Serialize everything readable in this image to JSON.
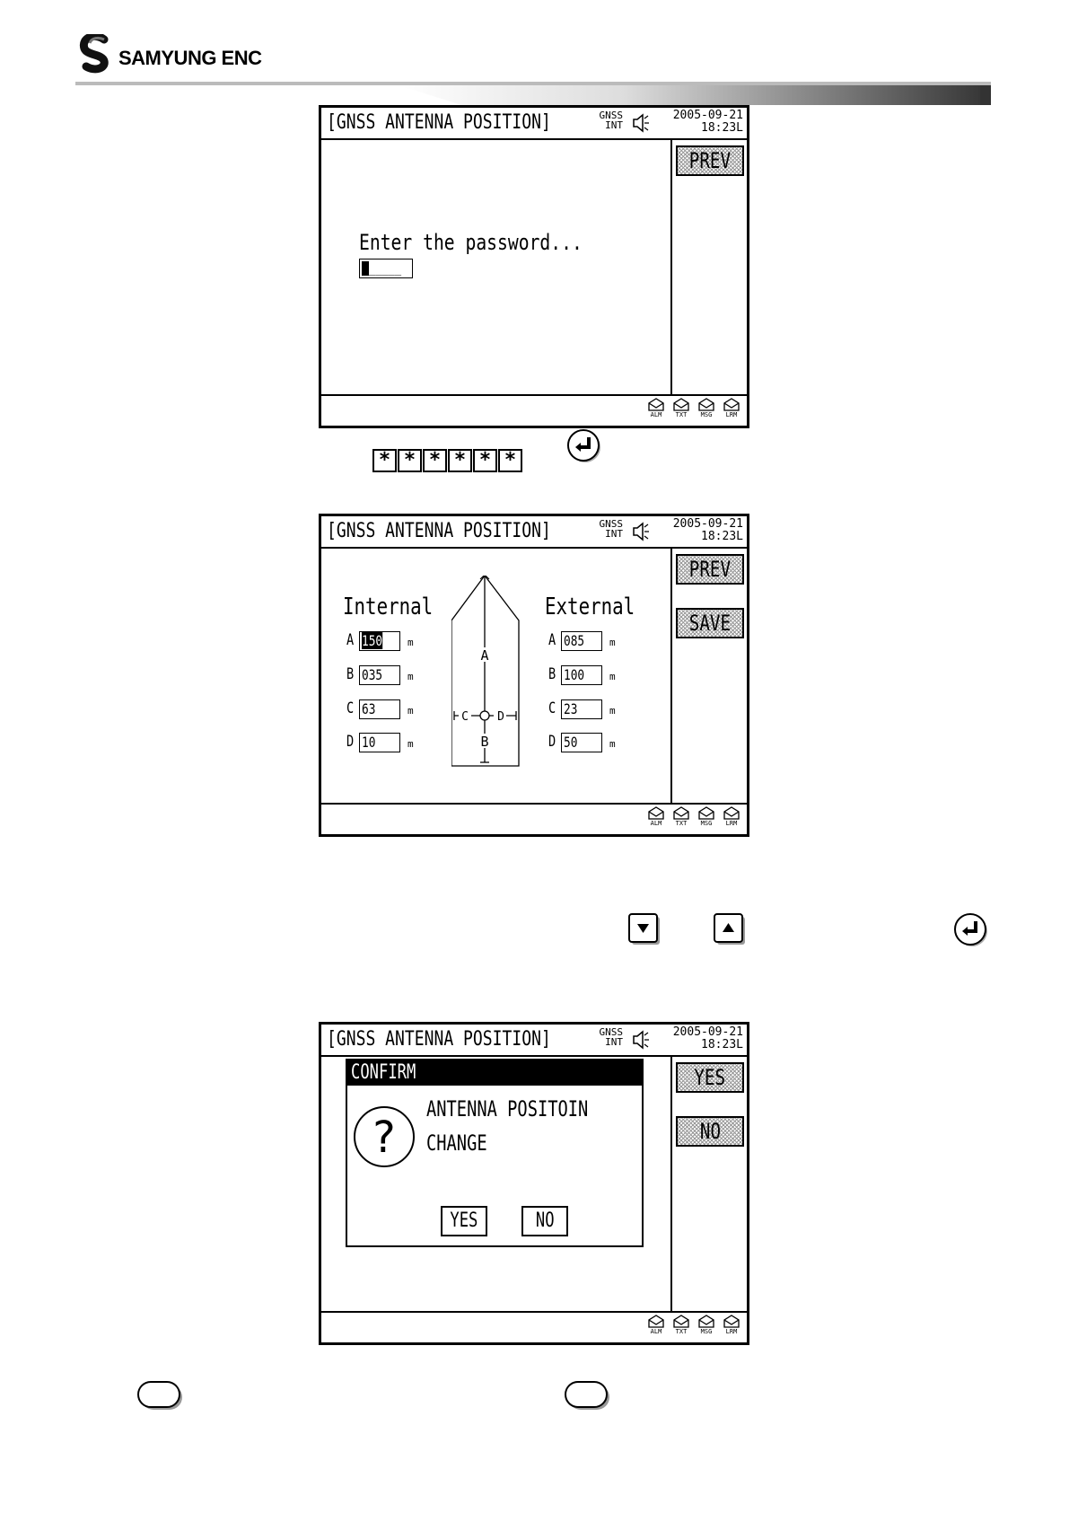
{
  "header": {
    "logo_text": "SAMYUNG ENC"
  },
  "screens": [
    {
      "title": "[GNSS ANTENNA POSITION]",
      "gnss_line1": "GNSS",
      "gnss_line2": "INT",
      "date": "2005-09-21",
      "time": "18:23L",
      "softkeys": [
        "PREV"
      ],
      "prompt": "Enter the password...",
      "password_mask": "_____",
      "status_icons": [
        "ALM",
        "TXT",
        "MSG",
        "LRM"
      ]
    },
    {
      "title": "[GNSS ANTENNA POSITION]",
      "gnss_line1": "GNSS",
      "gnss_line2": "INT",
      "date": "2005-09-21",
      "time": "18:23L",
      "softkeys": [
        "PREV",
        "SAVE"
      ],
      "internal": {
        "heading": "Internal",
        "fields": [
          {
            "label": "A",
            "value": "150",
            "unit": "m"
          },
          {
            "label": "B",
            "value": "035",
            "unit": "m"
          },
          {
            "label": "C",
            "value": "63",
            "unit": "m"
          },
          {
            "label": "D",
            "value": "10",
            "unit": "m"
          }
        ]
      },
      "external": {
        "heading": "External",
        "fields": [
          {
            "label": "A",
            "value": "085",
            "unit": "m"
          },
          {
            "label": "B",
            "value": "100",
            "unit": "m"
          },
          {
            "label": "C",
            "value": "23",
            "unit": "m"
          },
          {
            "label": "D",
            "value": "50",
            "unit": "m"
          }
        ]
      },
      "ship_labels": {
        "a": "A",
        "b": "B",
        "c": "C",
        "d": "D"
      },
      "status_icons": [
        "ALM",
        "TXT",
        "MSG",
        "LRM"
      ]
    },
    {
      "title": "[GNSS ANTENNA POSITION]",
      "gnss_line1": "GNSS",
      "gnss_line2": "INT",
      "date": "2005-09-21",
      "time": "18:23L",
      "softkeys": [
        "YES",
        "NO"
      ],
      "dialog": {
        "title": "CONFIRM",
        "line1": "ANTENNA POSITOIN",
        "line2": "CHANGE",
        "yes": "YES",
        "no": "NO",
        "icon": "question-icon"
      },
      "status_icons": [
        "ALM",
        "TXT",
        "MSG",
        "LRM"
      ]
    }
  ],
  "keys": {
    "star": "*",
    "enter_icon": "enter-icon",
    "down_icon": "down-arrow-icon",
    "up_icon": "up-arrow-icon"
  }
}
